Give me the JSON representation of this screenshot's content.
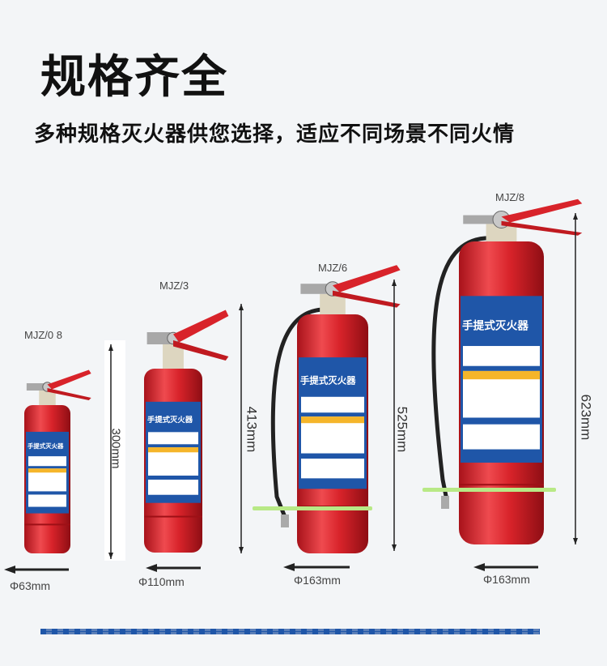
{
  "header": {
    "title": "规格齐全",
    "subtitle": "多种规格灭火器供您选择，适应不同场景不同火情"
  },
  "products": [
    {
      "model": "MJZ/0 8",
      "height": "300mm",
      "diameter": "Φ63mm",
      "label": "手提式灭火器",
      "hose": false
    },
    {
      "model": "MJZ/3",
      "height": "413mm",
      "diameter": "Φ110mm",
      "label": "手提式灭火器",
      "hose": false
    },
    {
      "model": "MJZ/6",
      "height": "525mm",
      "diameter": "Φ163mm",
      "label": "手提式灭火器",
      "hose": true
    },
    {
      "model": "MJZ/8",
      "height": "623mm",
      "diameter": "Φ163mm",
      "label": "手提式灭火器",
      "hose": true
    }
  ],
  "colors": {
    "body": "#d8232a",
    "label": "#1f56a8",
    "accent": "#f5b52a",
    "strap": "#b8e986"
  }
}
